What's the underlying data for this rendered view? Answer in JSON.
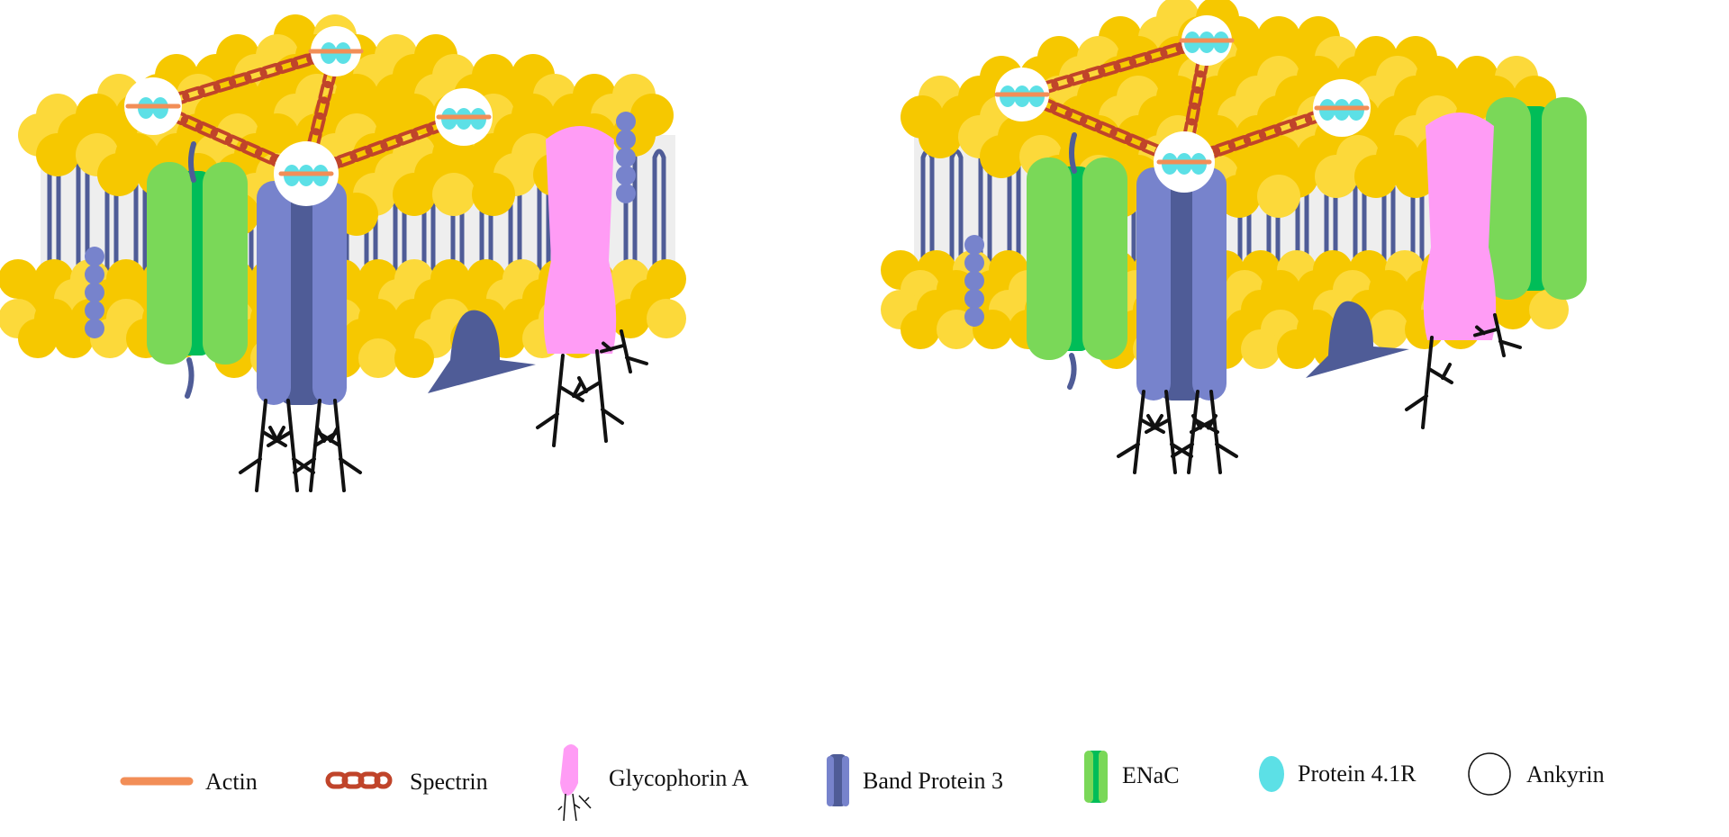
{
  "legend": {
    "actin": "Actin",
    "spectrin": "Spectrin",
    "glycophorin_a": "Glycophorin A",
    "band_protein_3": "Band Protein 3",
    "enac": "ENaC",
    "protein_41r": "Protein 4.1R",
    "ankyrin": "Ankyrin"
  },
  "colors": {
    "lipid_head": "#F6C800",
    "lipid_head_light": "#FCD93A",
    "membrane_core": "#EEEEEE",
    "lipid_tail": "#4F5C97",
    "actin": "#F28E57",
    "spectrin": "#C0442A",
    "glycophorin_a": "#FF9CF5",
    "band_protein_3": "#7783CC",
    "band_protein_3_dark": "#4F5C97",
    "enac": "#7AD858",
    "enac_dark": "#00BD58",
    "protein_41r": "#5CE0E6",
    "ankyrin": "#FFFFFF",
    "sugar": "#111111"
  },
  "icons": {
    "actin": "actin-bar-icon",
    "spectrin": "spectrin-chain-icon",
    "glycophorin_a": "glycophorin-a-icon",
    "band_protein_3": "band-protein-3-icon",
    "enac": "enac-channel-icon",
    "protein_41r": "protein-41r-icon",
    "ankyrin": "ankyrin-circle-icon"
  }
}
